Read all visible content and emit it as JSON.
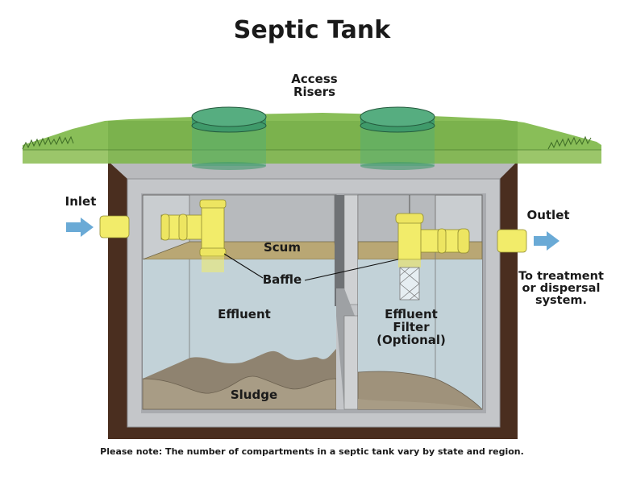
{
  "diagram": {
    "title": "Septic Tank",
    "labels": {
      "access_risers": "Access\nRisers",
      "inlet": "Inlet",
      "outlet": "Outlet",
      "outlet_destination": "To treatment\nor dispersal\nsystem.",
      "scum": "Scum",
      "baffle": "Baffle",
      "effluent": "Effluent",
      "effluent_filter": "Effluent\nFilter\n(Optional)",
      "sludge": "Sludge"
    },
    "note": "Please note: The number of compartments in a septic tank vary by state and region.",
    "colors": {
      "grass": "#7fb84a",
      "soil": "#4a2e1f",
      "concrete": "#c4c6c9",
      "water": "#c2d2d8",
      "scum": "#b9a774",
      "sludge": "#9f927b",
      "pipe": "#f2ec6a",
      "riser": "#3f9a6a",
      "arrow": "#6aaad6"
    }
  }
}
